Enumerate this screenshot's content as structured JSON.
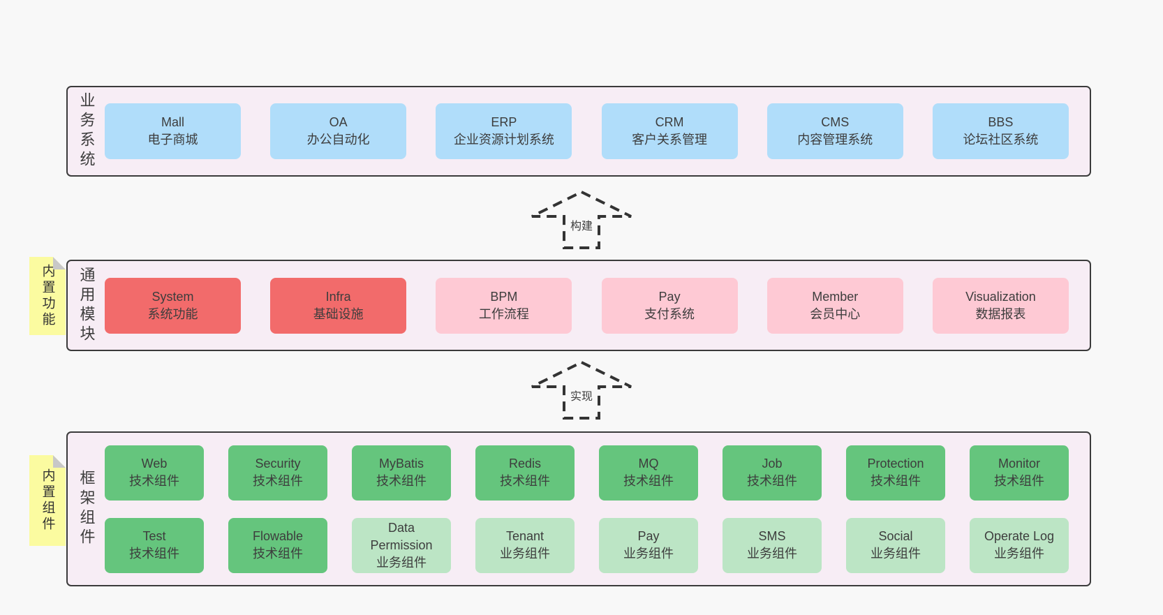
{
  "colors": {
    "page_bg": "#f8f8f8",
    "container_bg": "#f7edf5",
    "container_border": "#3b3b3b",
    "blue": "#b0ddfa",
    "red": "#f26b6b",
    "pink": "#fec9d4",
    "green": "#65c57d",
    "green_light": "#bce5c5",
    "yellow_note": "#fbfba0",
    "fold_gray": "#c8c8c8",
    "text": "#3d3d3d",
    "arrow": "#333333"
  },
  "arrows": [
    {
      "label": "构建"
    },
    {
      "label": "实现"
    }
  ],
  "rows": [
    {
      "side_label": "业务系统",
      "boxes": [
        {
          "title": "Mall",
          "subtitle": "电子商城",
          "color": "blue"
        },
        {
          "title": "OA",
          "subtitle": "办公自动化",
          "color": "blue"
        },
        {
          "title": "ERP",
          "subtitle": "企业资源计划系统",
          "color": "blue"
        },
        {
          "title": "CRM",
          "subtitle": "客户关系管理",
          "color": "blue"
        },
        {
          "title": "CMS",
          "subtitle": "内容管理系统",
          "color": "blue"
        },
        {
          "title": "BBS",
          "subtitle": "论坛社区系统",
          "color": "blue"
        }
      ]
    },
    {
      "side_label": "通用模块",
      "note": "内置功能",
      "boxes": [
        {
          "title": "System",
          "subtitle": "系统功能",
          "color": "red"
        },
        {
          "title": "Infra",
          "subtitle": "基础设施",
          "color": "red"
        },
        {
          "title": "BPM",
          "subtitle": "工作流程",
          "color": "pink"
        },
        {
          "title": "Pay",
          "subtitle": "支付系统",
          "color": "pink"
        },
        {
          "title": "Member",
          "subtitle": "会员中心",
          "color": "pink"
        },
        {
          "title": "Visualization",
          "subtitle": "数据报表",
          "color": "pink"
        }
      ]
    },
    {
      "side_label": "框架组件",
      "note": "内置组件",
      "boxes_top": [
        {
          "title": "Web",
          "subtitle": "技术组件",
          "color": "green"
        },
        {
          "title": "Security",
          "subtitle": "技术组件",
          "color": "green"
        },
        {
          "title": "MyBatis",
          "subtitle": "技术组件",
          "color": "green"
        },
        {
          "title": "Redis",
          "subtitle": "技术组件",
          "color": "green"
        },
        {
          "title": "MQ",
          "subtitle": "技术组件",
          "color": "green"
        },
        {
          "title": "Job",
          "subtitle": "技术组件",
          "color": "green"
        },
        {
          "title": "Protection",
          "subtitle": "技术组件",
          "color": "green"
        },
        {
          "title": "Monitor",
          "subtitle": "技术组件",
          "color": "green"
        }
      ],
      "boxes_bottom": [
        {
          "title": "Test",
          "subtitle": "技术组件",
          "color": "green"
        },
        {
          "title": "Flowable",
          "subtitle": "技术组件",
          "color": "green"
        },
        {
          "title": "Data Permission",
          "subtitle": "业务组件",
          "color": "green-light"
        },
        {
          "title": "Tenant",
          "subtitle": "业务组件",
          "color": "green-light"
        },
        {
          "title": "Pay",
          "subtitle": "业务组件",
          "color": "green-light"
        },
        {
          "title": "SMS",
          "subtitle": "业务组件",
          "color": "green-light"
        },
        {
          "title": "Social",
          "subtitle": "业务组件",
          "color": "green-light"
        },
        {
          "title": "Operate Log",
          "subtitle": "业务组件",
          "color": "green-light"
        }
      ]
    }
  ]
}
